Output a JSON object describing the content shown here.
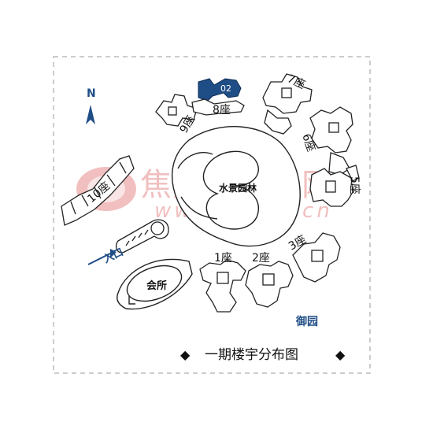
{
  "title": "一期楼宇分布图",
  "title_markers": [
    "◆",
    "◆"
  ],
  "compass": {
    "letter": "N"
  },
  "garden_label": "水景园林",
  "clubhouse_label": "会所",
  "entrance_label": "入口",
  "yuyuan_label": "御园",
  "highlight": {
    "label": "02",
    "color": "#1f4d86"
  },
  "buildings": {
    "b1": "1座",
    "b2": "2座",
    "b3": "3座",
    "b5": "5座",
    "b6": "6座",
    "b7": "7座",
    "b8": "8座",
    "b9": "9座",
    "b10": "10座"
  },
  "watermark": {
    "cn": "焦点房地产网",
    "en": "www.focus.cn"
  },
  "colors": {
    "line": "#222222",
    "frame": "#9a9a9a",
    "accent": "#1f4d86",
    "watermark": "#d94b4b"
  }
}
